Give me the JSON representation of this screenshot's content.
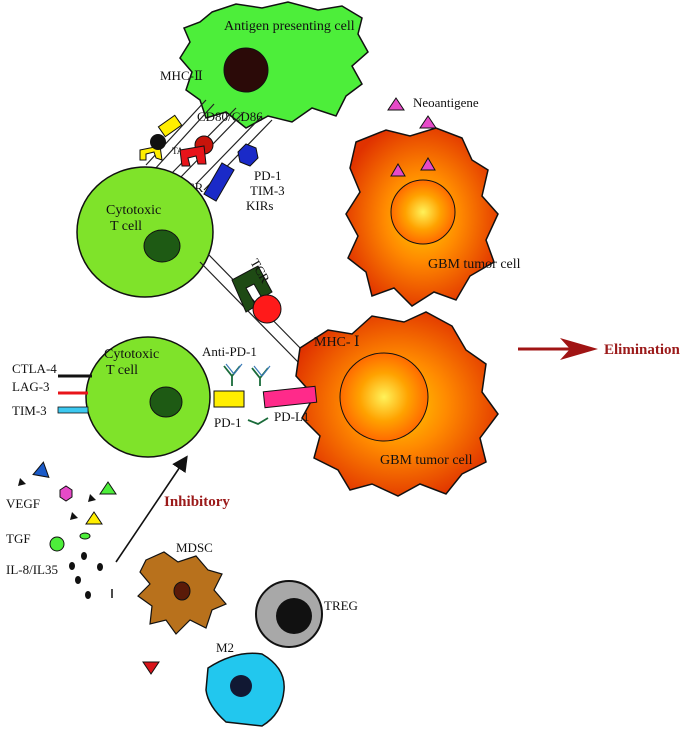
{
  "labels": {
    "apc": "Antigen presenting cell",
    "mhc2": "MHC-Ⅱ",
    "cd80": "CD80/CD86",
    "ta": "TA",
    "pd1_top": "PD-1",
    "tim3_top": "TIM-3",
    "kirs": "KIRs",
    "tcr_top": "TCR",
    "ctl_top_line1": "Cytotoxic",
    "ctl_top_line2": "T cell",
    "tcr_mid": "TCR",
    "neoantigene": "Neoantigene",
    "gbm_top": "GBM tumor cell",
    "mhc1": "MHC- Ⅰ",
    "elimination": "Elimination",
    "ctla4": "CTLA-4",
    "lag3": "LAG-3",
    "tim3_left": "TIM-3",
    "ctl_bot_line1": "Cytotoxic",
    "ctl_bot_line2": "T cell",
    "anti_pd1": "Anti-PD-1",
    "pd1_bot": "PD-1",
    "pdl1": "PD-L1",
    "gbm_bot": "GBM tumor cell",
    "inhibitory": "Inhibitory",
    "vegf": "VEGF",
    "tgf": "TGF",
    "il8": "IL-8/IL35",
    "mdsc": "MDSC",
    "treg": "TREG",
    "m2": "M2"
  },
  "colors": {
    "apc_green": "#4dee3a",
    "tcell_green": "#7fe32a",
    "nucleus_dark_green": "#1e5a14",
    "tumor_orange": "#ff7a00",
    "tumor_red": "#e63c00",
    "arrow_red": "#a01414",
    "mdsc_brown": "#b8711c",
    "treg_gray": "#a8a8a8",
    "m2_cyan": "#22c7ee",
    "neoantigen_magenta": "#e64ac8",
    "pdl1_pink": "#ff2a8a",
    "pd1_yellow": "#ffee00",
    "tim3_blue": "#3cc8f0",
    "tcr_blue": "#1a2ac8",
    "mhc1_red": "#ff1a1a"
  }
}
